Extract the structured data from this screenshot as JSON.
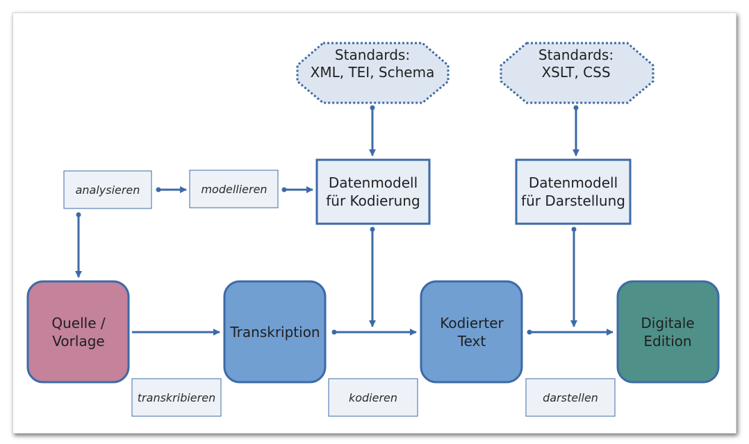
{
  "colors": {
    "arrow": "#3d6aa6",
    "box_border": "#3d6aa6",
    "box_fill": "#e8eef6",
    "std_fill": "#dde6f0",
    "std_border": "#3d6aa6",
    "quelle": "#c4829b",
    "transkription": "#719fd2",
    "kodiert": "#719fd2",
    "edition": "#4f9189",
    "node_border": "#3d6aa6"
  },
  "nodes": {
    "standards_xml": [
      "Standards:",
      "XML, TEI, Schema"
    ],
    "standards_xslt": [
      "Standards:",
      "XSLT, CSS"
    ],
    "datenmodell_kodierung": [
      "Datenmodell",
      "für Kodierung"
    ],
    "datenmodell_darstellung": [
      "Datenmodell",
      "für Darstellung"
    ],
    "quelle": [
      "Quelle /",
      "Vorlage"
    ],
    "transkription": [
      "Transkription"
    ],
    "kodierter_text": [
      "Kodierter",
      "Text"
    ],
    "digitale_edition": [
      "Digitale",
      "Edition"
    ]
  },
  "labels": {
    "analysieren": "analysieren",
    "modellieren": "modellieren",
    "transkribieren": "transkribieren",
    "kodieren": "kodieren",
    "darstellen": "darstellen"
  }
}
